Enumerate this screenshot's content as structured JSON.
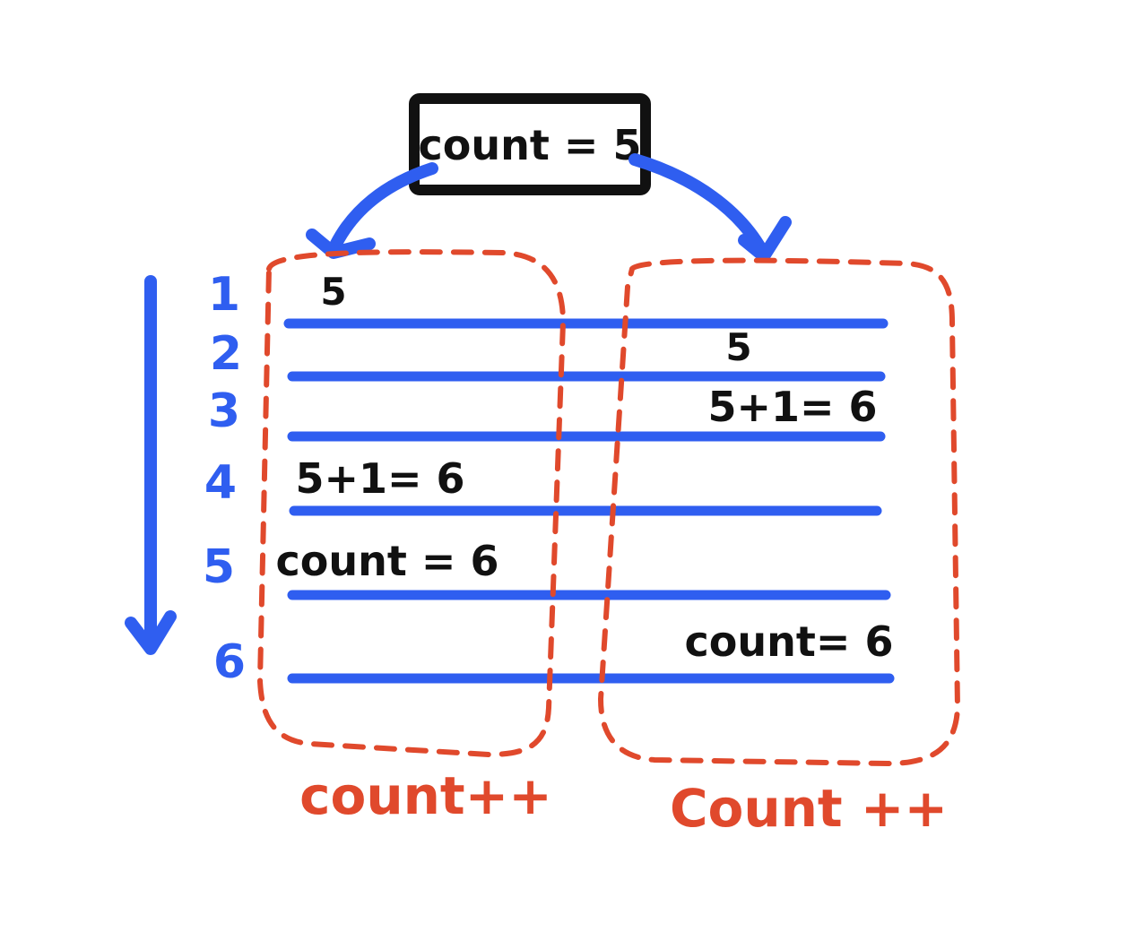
{
  "shared_variable": {
    "label": "count = 5"
  },
  "timeline": {
    "steps": [
      "1",
      "2",
      "3",
      "4",
      "5",
      "6"
    ]
  },
  "threads": [
    {
      "label": "count++",
      "entries": {
        "step1": "5",
        "step4": "5+1= 6",
        "step5": "count = 6"
      }
    },
    {
      "label": "Count ++",
      "entries": {
        "step2": "5",
        "step3": "5+1= 6",
        "step6": "count= 6"
      }
    }
  ],
  "colors": {
    "blue": "#2f5ef0",
    "red_dashed": "#e0492c",
    "ink": "#111111",
    "background": "#ffffff"
  }
}
